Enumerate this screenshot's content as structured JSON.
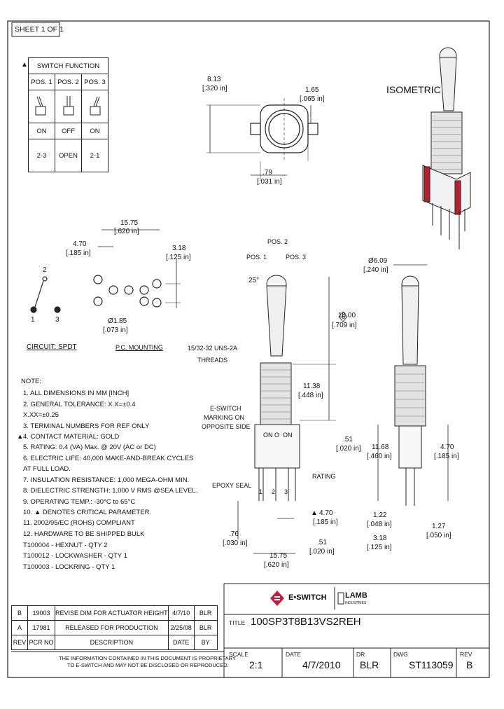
{
  "sheet": "SHEET 1 OF 1",
  "switch_function": {
    "title": "SWITCH FUNCTION",
    "positions": [
      "POS. 1",
      "POS. 2",
      "POS. 3"
    ],
    "states": [
      "ON",
      "OFF",
      "ON"
    ],
    "connections": [
      "2-3",
      "OPEN",
      "2-1"
    ]
  },
  "top_view": {
    "dim_width": "8.13",
    "dim_width_in": "[.320 in]",
    "dim_tab": "1.65",
    "dim_tab_in": "[.065 in]",
    "dim_gap": ".79",
    "dim_gap_in": "[.031 in]"
  },
  "isometric_label": "ISOMETRIC",
  "pc_mounting": {
    "dim_span": "15.75",
    "dim_span_in": "[.620 in]",
    "dim_pitch": "4.70",
    "dim_pitch_in": "[.185 in]",
    "dim_row": "3.18",
    "dim_row_in": "[.125 in]",
    "dim_hole": "Ø1.85",
    "dim_hole_in": "[.073 in]",
    "label": "P.C. MOUNTING"
  },
  "circuit": {
    "pin_top": "2",
    "pin_left": "1",
    "pin_right": "3",
    "label": "CIRCUIT: SPDT"
  },
  "front_view": {
    "pos2": "POS. 2",
    "pos1": "POS. 1",
    "pos3": "POS. 3",
    "angle": "25°",
    "dim_height": "18.00",
    "dim_height_in": "[.709 in]",
    "marker": "6",
    "threads_1": "15/32-32 UNS-2A",
    "threads_2": "THREADS",
    "dim_bushing": "11.38",
    "dim_bushing_in": "[.448 in]",
    "eswitch_1": "E-SWITCH",
    "eswitch_2": "MARKING ON",
    "eswitch_3": "OPPOSITE SIDE",
    "case_on_left": "ON",
    "case_off": "O",
    "case_on_right": "ON",
    "dim_pin": ".51",
    "dim_pin_in": "[.020 in]",
    "rating": "RATING",
    "epoxy": "EPOXY SEAL",
    "pin_labels": [
      "1",
      "2",
      "3"
    ],
    "dim_470": "4.70",
    "dim_470_in": "[.185 in]",
    "dim_076": ".76",
    "dim_076_in": "[.030 in]",
    "dim_1575": "15.75",
    "dim_1575_in": "[.620 in]",
    "dim_051": ".51",
    "dim_051_in": "[.020 in]"
  },
  "side_view": {
    "dim_dia": "Ø6.09",
    "dim_dia_in": "[.240 in]",
    "dim_1168": "11.68",
    "dim_1168_in": "[.460 in]",
    "dim_470": "4.70",
    "dim_470_in": "[.185 in]",
    "dim_122": "1.22",
    "dim_122_in": "[.048 in]",
    "dim_127": "1.27",
    "dim_127_in": "[.050 in]",
    "dim_318": "3.18",
    "dim_318_in": "[.125 in]"
  },
  "notes": [
    "NOTE:",
    "1. ALL DIMENSIONS IN MM [INCH]",
    "2. GENERAL TOLERANCE: X.X=±0.4",
    "                              X.XX=±0.25",
    "3. TERMINAL NUMBERS FOR REF ONLY",
    "4. CONTACT MATERIAL: GOLD",
    "5. RATING: 0.4 (VA) Max. @ 20V (AC or DC)",
    "6. ELECTRIC LIFE: 40,000 MAKE-AND-BREAK CYCLES",
    "                    AT FULL LOAD.",
    "7. INSULATION RESISTANCE: 1,000 MEGA-OHM MIN.",
    "8. DIELECTRIC STRENGTH: 1,000 V RMS @SEA LEVEL.",
    "9. OPERATING TEMP.: -30°C to 65°C",
    "10. ▲ DENOTES CRITICAL PARAMETER.",
    "11. 2002/95/EC (ROHS) COMPLIANT",
    "12. HARDWARE TO BE SHIPPED BULK",
    "      T100004 - HEXNUT - QTY 2",
    "      T100012 - LOCKWASHER - QTY 1",
    "      T100003 - LOCKRING - QTY 1"
  ],
  "revisions": [
    {
      "rev": "B",
      "pcr": "19003",
      "desc": "REVISE DIM FOR ACTUATOR HEIGHT",
      "date": "4/7/10",
      "by": "BLR"
    },
    {
      "rev": "A",
      "pcr": "17981",
      "desc": "RELEASED FOR PRODUCTION",
      "date": "2/25/08",
      "by": "BLR"
    },
    {
      "rev": "REV",
      "pcr": "PCR NO",
      "desc": "DESCRIPTION",
      "date": "DATE",
      "by": "BY"
    }
  ],
  "proprietary_1": "THE INFORMATION CONTAINED IN THIS DOCUMENT IS PROPRIETARY",
  "proprietary_2": "TO E-SWITCH AND MAY NOT BE DISCLOSED OR REPRODUCED.",
  "title_block": {
    "brand": "E•SWITCH",
    "brand2": "LAMB",
    "brand2_sub": "INDUSTRIES",
    "title_label": "TITLE",
    "title_value": "100SP3T8B13VS2REH",
    "scale_label": "SCALE",
    "scale_value": "2:1",
    "date_label": "DATE",
    "date_value": "4/7/2010",
    "dr_label": "DR",
    "dr_value": "BLR",
    "dwg_label": "DWG",
    "dwg_value": "ST113059",
    "rev_label": "REV",
    "rev_value": "B"
  },
  "colors": {
    "accent_red": "#c0203a",
    "body_gray": "#d9d9d9",
    "stripe_red": "#b5222e"
  }
}
